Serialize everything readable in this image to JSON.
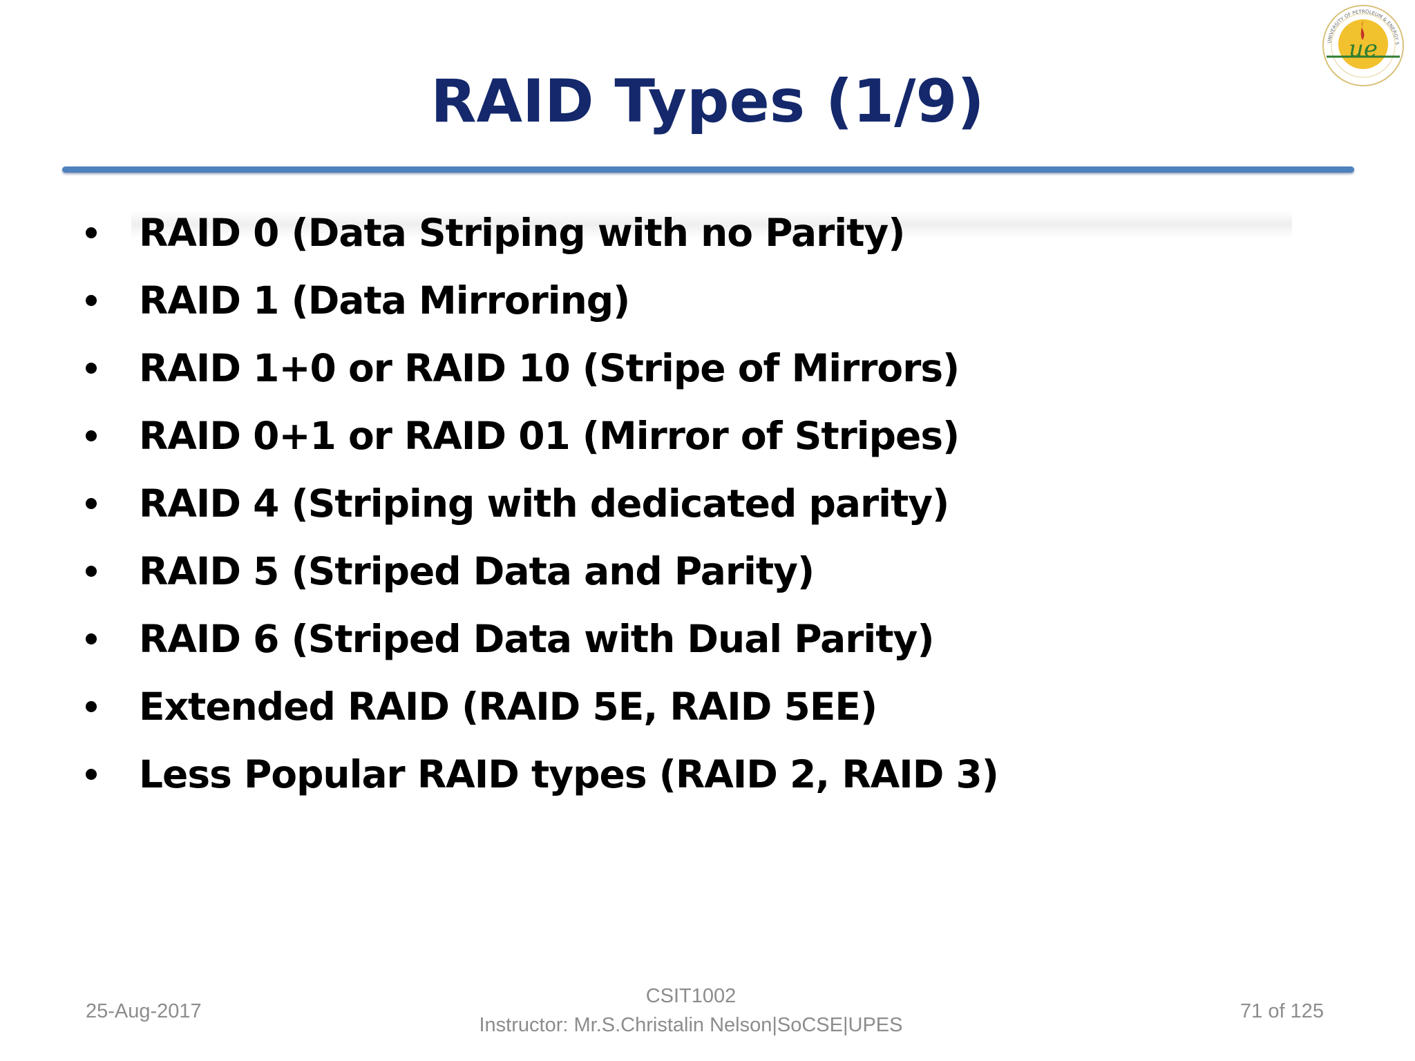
{
  "slide": {
    "title": "RAID Types (1/9)",
    "bullets": [
      "RAID 0 (Data Striping with no Parity)",
      "RAID 1 (Data Mirroring)",
      "RAID 1+0 or RAID 10 (Stripe of Mirrors)",
      "RAID 0+1 or RAID 01 (Mirror of Stripes)",
      "RAID 4 (Striping with dedicated parity)",
      "RAID 5 (Striped Data and Parity)",
      "RAID 6 (Striped Data with Dual Parity)",
      "Extended RAID (RAID 5E, RAID 5EE)",
      "Less Popular RAID types (RAID 2, RAID 3)"
    ]
  },
  "footer": {
    "date": "25-Aug-2017",
    "course": "CSIT1002",
    "instructor": "Instructor: Mr.S.Christalin Nelson|SoCSE|UPES",
    "page": "71 of 125"
  },
  "logo": {
    "icon": "upes-university-seal-icon",
    "text": "ue",
    "ring_text": "UNIVERSITY OF PETROLEUM & ENERGY STUDIES"
  },
  "colors": {
    "title": "#14286b",
    "rule": "#4f81bd",
    "body_text": "#000000",
    "footer_text": "#8c8c8c",
    "logo_gold": "#f2c12e",
    "logo_red": "#c4342a",
    "logo_green": "#2e7d32"
  }
}
